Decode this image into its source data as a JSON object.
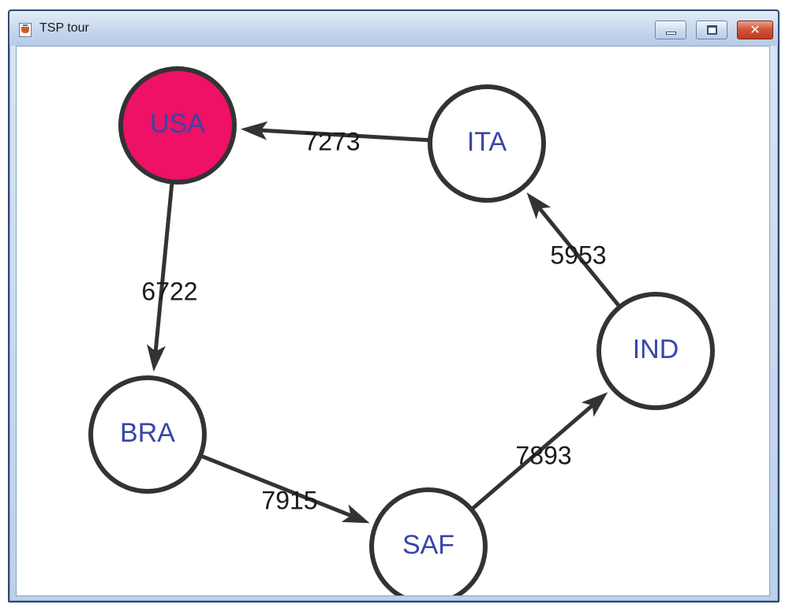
{
  "window": {
    "title": "TSP tour",
    "icon": "java-cup-icon",
    "controls": {
      "minimize_icon": "minimize-icon",
      "maximize_icon": "maximize-icon",
      "close_label": "✕"
    }
  },
  "graph": {
    "colors": {
      "highlight_fill": "#ee1165",
      "node_fill": "#ffffff",
      "node_stroke": "#333333",
      "edge": "#333333",
      "node_text": "#3745a8",
      "edge_text": "#1a1a1a"
    },
    "nodes": [
      {
        "id": "USA",
        "label": "USA",
        "highlighted": true
      },
      {
        "id": "ITA",
        "label": "ITA",
        "highlighted": false
      },
      {
        "id": "IND",
        "label": "IND",
        "highlighted": false
      },
      {
        "id": "SAF",
        "label": "SAF",
        "highlighted": false
      },
      {
        "id": "BRA",
        "label": "BRA",
        "highlighted": false
      }
    ],
    "edges": [
      {
        "from": "ITA",
        "to": "USA",
        "weight": "7273"
      },
      {
        "from": "USA",
        "to": "BRA",
        "weight": "6722"
      },
      {
        "from": "BRA",
        "to": "SAF",
        "weight": "7915"
      },
      {
        "from": "SAF",
        "to": "IND",
        "weight": "7893"
      },
      {
        "from": "IND",
        "to": "ITA",
        "weight": "5953"
      }
    ]
  }
}
